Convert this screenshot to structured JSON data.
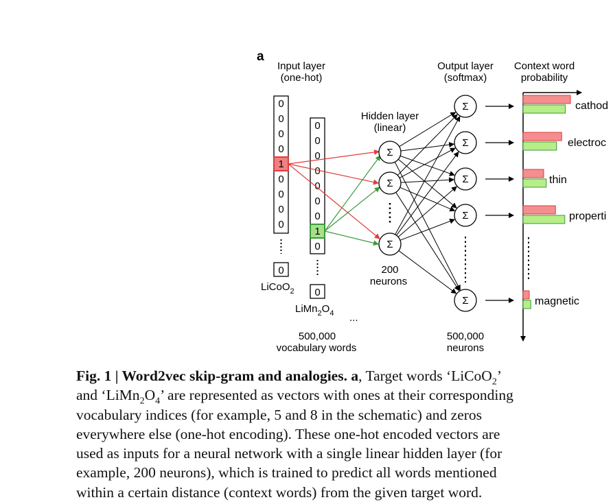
{
  "figure": {
    "panel_label": "a",
    "input_layer": {
      "title_1": "Input layer",
      "title_2": "(one-hot)"
    },
    "hidden_layer": {
      "title_1": "Hidden layer",
      "title_2": "(linear)",
      "count_1": "200",
      "count_2": "neurons"
    },
    "output_layer": {
      "title_1": "Output layer",
      "title_2": "(softmax)",
      "count_1": "500,000",
      "count_2": "neurons"
    },
    "context": {
      "title_1": "Context word",
      "title_2": "probability"
    },
    "vocab": {
      "line_1": "500,000",
      "line_2": "vocabulary words"
    },
    "vector1": {
      "cells": [
        "0",
        "0",
        "0",
        "0",
        "1",
        "0",
        "0",
        "0",
        "0"
      ],
      "last": "0",
      "label": "LiCoO",
      "sub": "2"
    },
    "vector2": {
      "cells": [
        "0",
        "0",
        "0",
        "0",
        "0",
        "0",
        "0",
        "1",
        "0"
      ],
      "last": "0",
      "label_a": "LiMn",
      "sub_a": "2",
      "label_b": "O",
      "sub_b": "4"
    },
    "ellipsis": "...",
    "neuron_symbol": "Σ",
    "words": [
      "cathod",
      "electroc",
      "thin",
      "properti",
      "magnetic"
    ],
    "colors": {
      "red": "#e23a3a",
      "green": "#3a9a3a",
      "red_fill": "#f48f8f",
      "green_fill": "#b7ee8a",
      "red_cell": "#f08080",
      "green_cell": "#a8e08a"
    }
  },
  "chart_data": {
    "type": "bar",
    "categories": [
      "cathod",
      "electroc",
      "thin",
      "properti",
      "magnetic"
    ],
    "series": [
      {
        "values": [
          0.92,
          0.75,
          0.4,
          0.63,
          0.12
        ]
      },
      {
        "values": [
          0.82,
          0.65,
          0.45,
          0.81,
          0.15
        ]
      }
    ]
  },
  "caption": {
    "l1_bold": "Fig. 1 | Word2vec skip-gram and analogies.",
    "l1_bold_a": "a",
    "l1_text": ", Target words ‘LiCoO",
    "l1_sub": "2",
    "l1_end": "’",
    "l2_a": "and ‘LiMn",
    "l2_sub1": "2",
    "l2_b": "O",
    "l2_sub2": "4",
    "l2_c": "’ are represented as vectors with ones at their corresponding",
    "l3": "vocabulary indices (for example, 5 and 8 in the schematic) and zeros",
    "l4": "everywhere else (one-hot encoding). These one-hot encoded vectors are",
    "l5": "used as inputs for a neural network with a single linear hidden layer (for",
    "l6": "example, 200 neurons), which is trained to predict all words mentioned",
    "l7": "within a certain distance (context words) from the given target word."
  }
}
